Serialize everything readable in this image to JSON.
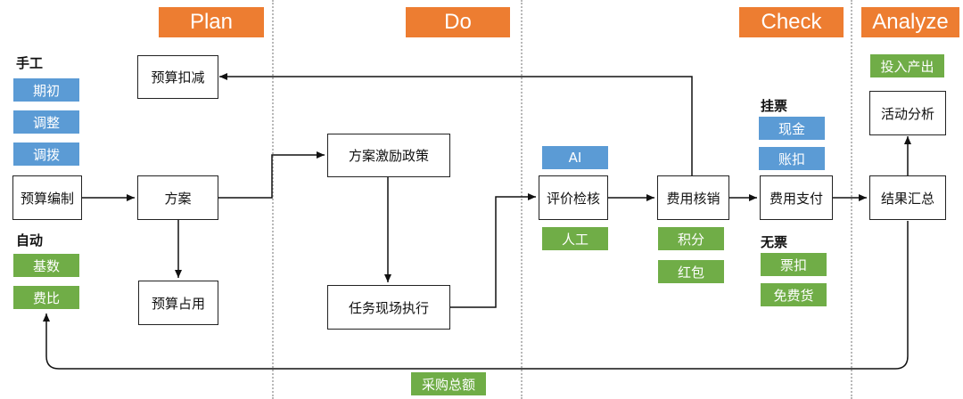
{
  "phases": [
    "Plan",
    "Do",
    "Check",
    "Analyze"
  ],
  "plan": {
    "manual_heading": "手工",
    "manual_tags": [
      "期初",
      "调整",
      "调拨"
    ],
    "auto_heading": "自动",
    "auto_tags": [
      "基数",
      "费比"
    ],
    "budget_prep": "预算编制",
    "scheme": "方案",
    "budget_deduct": "预算扣减",
    "budget_occupy": "预算占用"
  },
  "do": {
    "incentive_policy": "方案激励政策",
    "task_execution": "任务现场执行",
    "purchase_total": "采购总额"
  },
  "check": {
    "evaluate": "评价检核",
    "ai_tag": "AI",
    "manual_tag": "人工",
    "expense_verify": "费用核销",
    "verify_tags": [
      "积分",
      "红包"
    ],
    "invoice_heading": "挂票",
    "invoice_tags": [
      "现金",
      "账扣"
    ],
    "payment": "费用支付",
    "no_invoice_heading": "无票",
    "no_invoice_tags": [
      "票扣",
      "免费货"
    ]
  },
  "analyze": {
    "input_output": "投入产出",
    "activity_analysis": "活动分析",
    "result_summary": "结果汇总"
  },
  "colors": {
    "phase": "#ed7d31",
    "blue_tag": "#5b9bd5",
    "green_tag": "#70ad47",
    "line": "#111111"
  }
}
